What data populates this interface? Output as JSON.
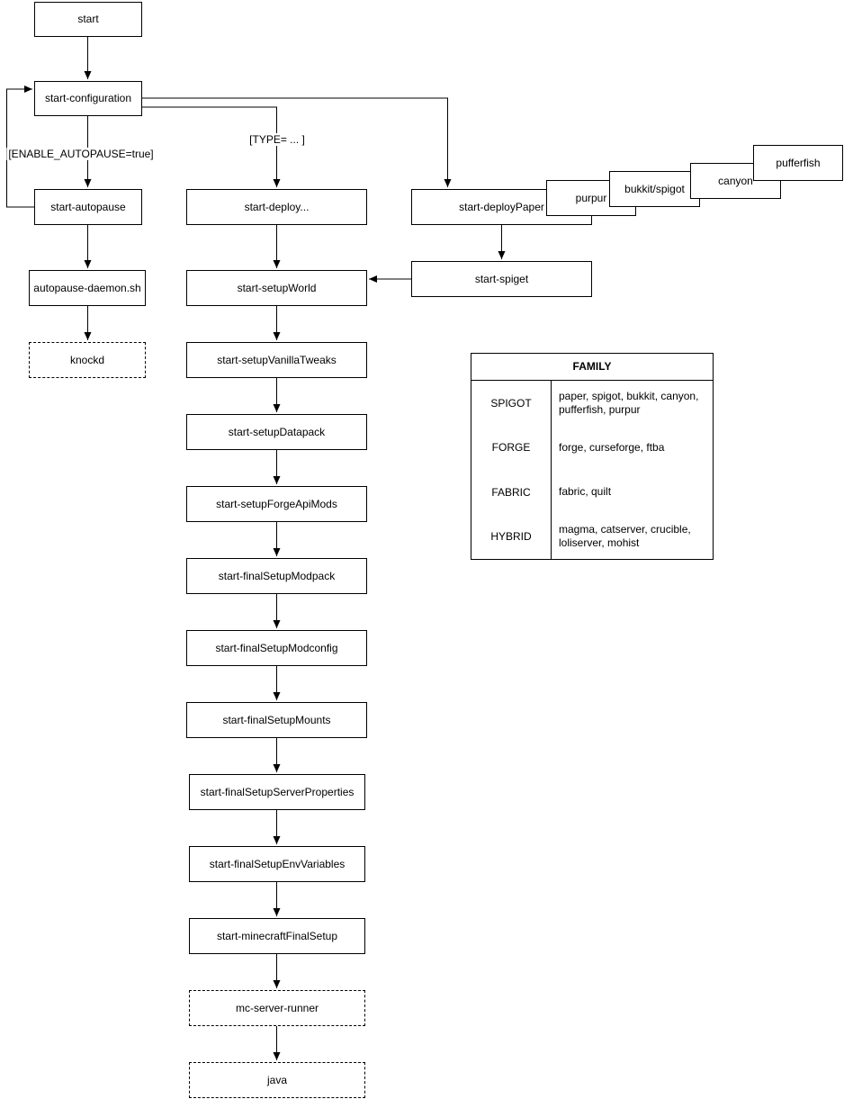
{
  "diagram": {
    "background": "#ffffff",
    "stroke_color": "#000000",
    "node_fill": "#ffffff",
    "nodes": {
      "start": "start",
      "start_configuration": "start-configuration",
      "start_autopause": "start-autopause",
      "autopause_daemon": "autopause-daemon.sh",
      "knockd": "knockd",
      "start_deploy": "start-deploy...",
      "start_deploy_paper": "start-deployPaper",
      "purpur": "purpur",
      "bukkit_spigot": "bukkit/spigot",
      "canyon": "canyon",
      "pufferfish": "pufferfish",
      "start_spiget": "start-spiget",
      "start_setup_world": "start-setupWorld",
      "start_setup_vanilla_tweaks": "start-setupVanillaTweaks",
      "start_setup_datapack": "start-setupDatapack",
      "start_setup_forge_api_mods": "start-setupForgeApiMods",
      "start_final_setup_modpack": "start-finalSetupModpack",
      "start_final_setup_modconfig": "start-finalSetupModconfig",
      "start_final_setup_mounts": "start-finalSetupMounts",
      "start_final_setup_server_properties": "start-finalSetupServerProperties",
      "start_final_setup_env_variables": "start-finalSetupEnvVariables",
      "start_minecraft_final_setup": "start-minecraftFinalSetup",
      "mc_server_runner": "mc-server-runner",
      "java": "java"
    },
    "edge_labels": {
      "enable_autopause": "[ENABLE_AUTOPAUSE=true]",
      "type": "[TYPE= ... ]"
    },
    "family_table": {
      "title": "FAMILY",
      "rows": [
        {
          "family": "SPIGOT",
          "members": "paper, spigot, bukkit, canyon, pufferfish, purpur"
        },
        {
          "family": "FORGE",
          "members": "forge, curseforge, ftba"
        },
        {
          "family": "FABRIC",
          "members": "fabric, quilt"
        },
        {
          "family": "HYBRID",
          "members": "magma, catserver, crucible, loliserver, mohist"
        }
      ]
    }
  }
}
